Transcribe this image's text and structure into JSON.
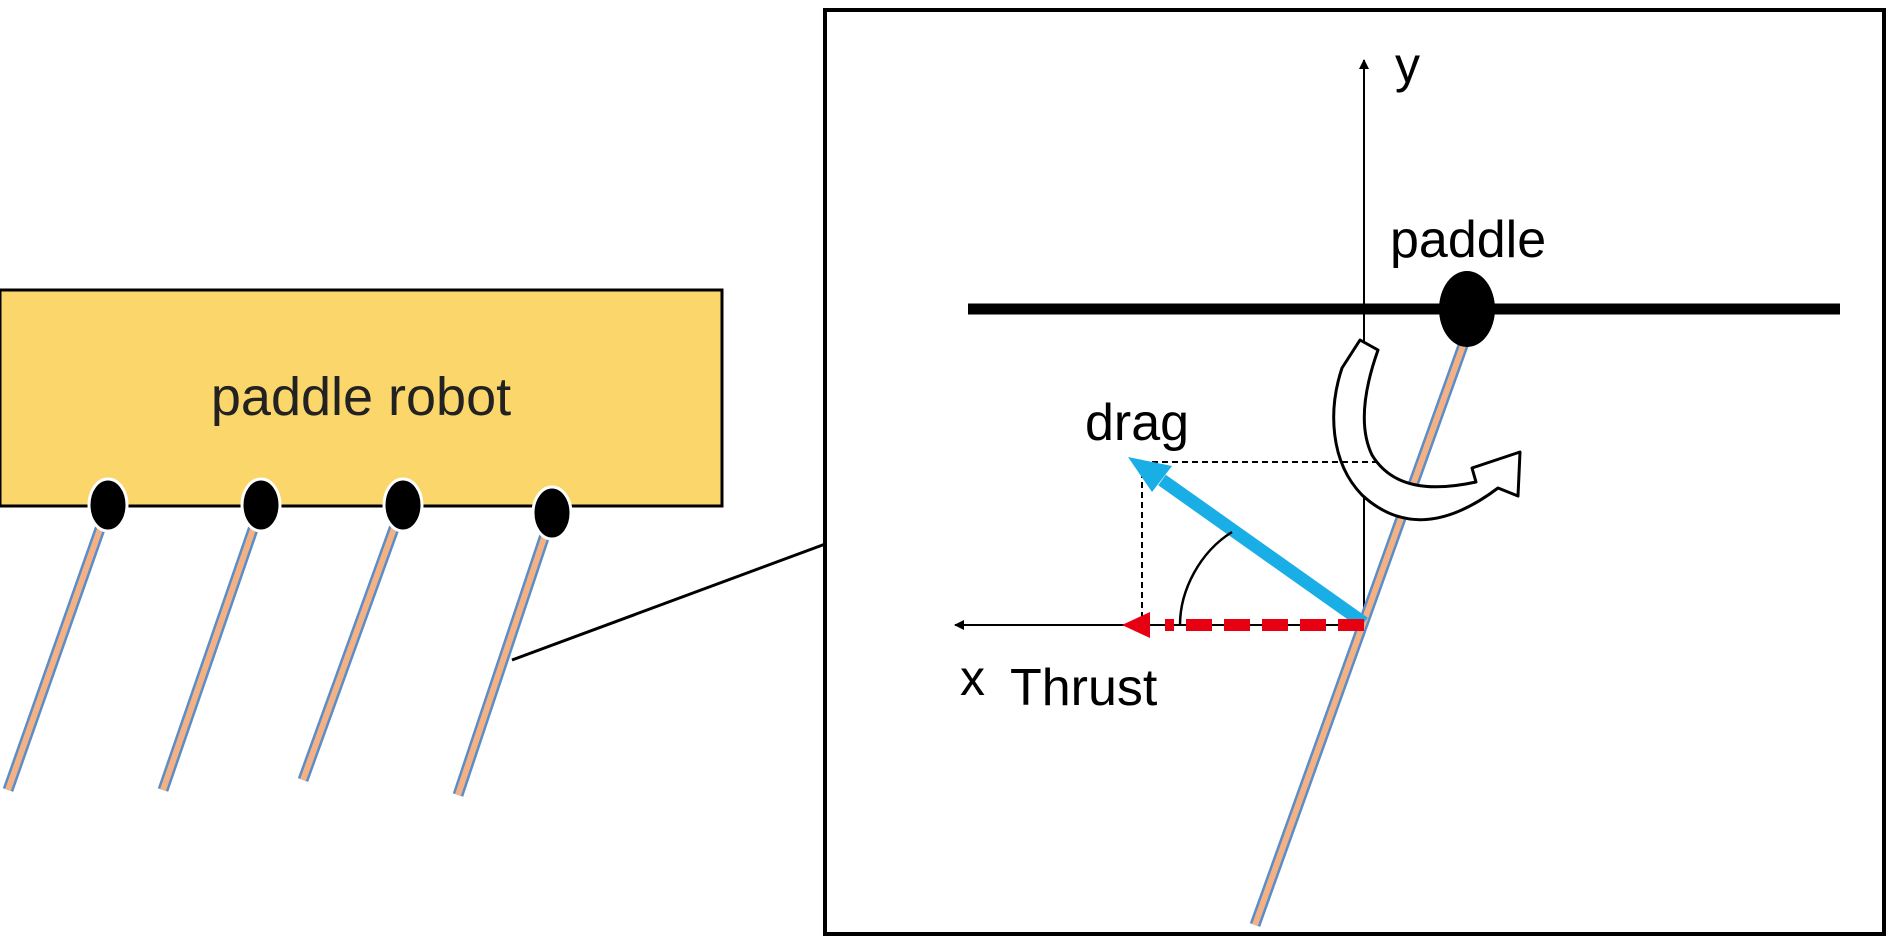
{
  "robot": {
    "label": "paddle robot",
    "paddle_count": 4,
    "fill_color": "#FBD66A",
    "paddle_color": "#F4B183",
    "paddle_edge_color": "#5B8DC9"
  },
  "detail": {
    "y_axis_label": "y",
    "x_axis_label": "x",
    "paddle_label": "paddle",
    "drag_label": "drag",
    "thrust_label": "Thrust",
    "drag_color": "#1AAEE6",
    "thrust_color": "#E60012"
  }
}
